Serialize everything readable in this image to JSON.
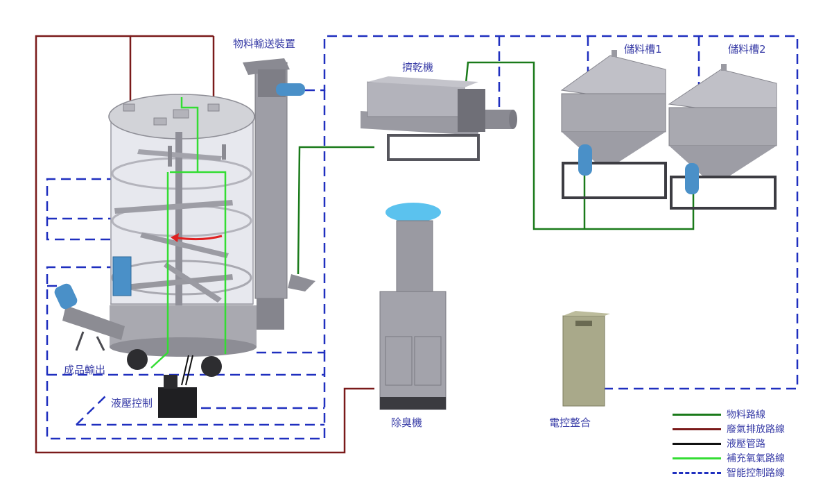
{
  "labels": {
    "conveyor": "物料輸送裝置",
    "dryer": "擠乾機",
    "tank1": "儲料槽1",
    "tank2": "儲料槽2",
    "output": "成品輸出",
    "hydraulic": "液壓控制",
    "deodorizer": "除臭機",
    "control": "電控整合"
  },
  "legend": [
    {
      "label": "物料路線",
      "color": "#1a7a1a",
      "style": "solid"
    },
    {
      "label": "廢氣排放路線",
      "color": "#7a1a1a",
      "style": "solid"
    },
    {
      "label": "液壓管路",
      "color": "#111111",
      "style": "solid"
    },
    {
      "label": "補充氧氣路線",
      "color": "#33dd33",
      "style": "solid"
    },
    {
      "label": "智能控制路線",
      "color": "#1f2fbf",
      "style": "dashed"
    }
  ]
}
